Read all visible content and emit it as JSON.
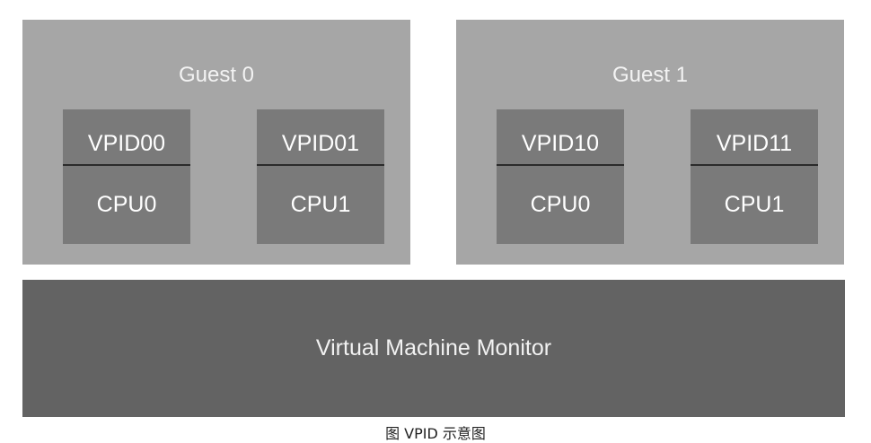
{
  "guests": [
    {
      "title": "Guest 0",
      "vcpus": [
        {
          "vpid": "VPID00",
          "cpu": "CPU0"
        },
        {
          "vpid": "VPID01",
          "cpu": "CPU1"
        }
      ]
    },
    {
      "title": "Guest 1",
      "vcpus": [
        {
          "vpid": "VPID10",
          "cpu": "CPU0"
        },
        {
          "vpid": "VPID11",
          "cpu": "CPU1"
        }
      ]
    }
  ],
  "vmm": {
    "label": "Virtual Machine Monitor"
  },
  "caption": "图 VPID 示意图",
  "colors": {
    "guest_background": "#a6a6a6",
    "vcpu_background": "#7a7a7a",
    "vmm_background": "#636363",
    "divider": "#2b2b2b",
    "text": "#ffffff"
  }
}
